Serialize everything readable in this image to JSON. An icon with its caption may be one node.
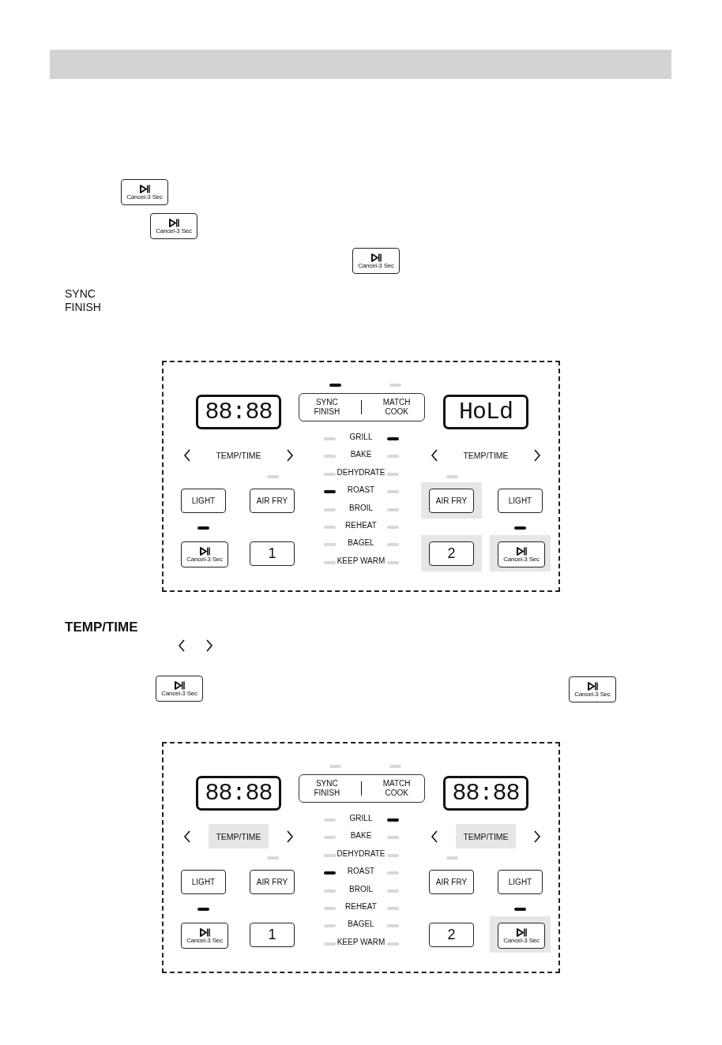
{
  "diagram": {
    "nodes": [
      {
        "text": [
          "Cancel-3 Sec"
        ]
      },
      {
        "text": [
          "Cancel-3 Sec"
        ]
      },
      {
        "text": [
          "Cancel-3 Sec"
        ]
      },
      {
        "text": [
          "Cancel-3 Sec"
        ]
      },
      {
        "text": [
          "Cancel-3 Sec"
        ]
      },
      {
        "text": [],
        "shape": "box"
      },
      {
        "text": [
          "88:88"
        ],
        "in": 5
      },
      {
        "text": [
          "SYNC FINISH",
          "MATCH COOK"
        ],
        "in": 5
      },
      {
        "text": [
          "HoLd"
        ],
        "in": 5
      },
      {
        "text": [
          "TEMP/TIME"
        ],
        "in": 5
      },
      {
        "text": [
          "TEMP/TIME"
        ],
        "in": 5
      },
      {
        "text": [
          "LIGHT"
        ],
        "in": 5
      },
      {
        "text": [
          "AIR FRY"
        ],
        "in": 5
      },
      {
        "text": [
          "AIR FRY"
        ],
        "in": 5
      },
      {
        "text": [
          "LIGHT"
        ],
        "in": 5
      },
      {
        "text": [
          "Cancel-3 Sec"
        ],
        "in": 5
      },
      {
        "text": [
          "1"
        ],
        "in": 5
      },
      {
        "text": [
          "2"
        ],
        "in": 5
      },
      {
        "text": [
          "Cancel-3 Sec"
        ],
        "in": 5
      },
      {
        "text": [],
        "shape": "box"
      },
      {
        "text": [
          "88:88"
        ],
        "in": 19
      },
      {
        "text": [
          "SYNC FINISH",
          "MATCH COOK"
        ],
        "in": 19
      },
      {
        "text": [
          "88:88"
        ],
        "in": 19
      },
      {
        "text": [
          "TEMP/TIME"
        ],
        "in": 19
      },
      {
        "text": [
          "TEMP/TIME"
        ],
        "in": 19
      },
      {
        "text": [
          "LIGHT"
        ],
        "in": 19
      },
      {
        "text": [
          "AIR FRY"
        ],
        "in": 19
      },
      {
        "text": [
          "AIR FRY"
        ],
        "in": 19
      },
      {
        "text": [
          "LIGHT"
        ],
        "in": 19
      },
      {
        "text": [
          "Cancel-3 Sec"
        ],
        "in": 19
      },
      {
        "text": [
          "1"
        ],
        "in": 19
      },
      {
        "text": [
          "2"
        ],
        "in": 19
      },
      {
        "text": [
          "Cancel-3 Sec"
        ],
        "in": 19
      }
    ],
    "labels": [
      "SYNC FINISH",
      "TEMP/TIME",
      "GRILL",
      "BAKE",
      "DEHYDRATE",
      "ROAST",
      "BROIL",
      "REHEAT",
      "BAGEL",
      "KEEP WARM",
      "GRILL",
      "BAKE",
      "DEHYDRATE",
      "ROAST",
      "BROIL",
      "REHEAT",
      "BAGEL",
      "KEEP WARM"
    ]
  }
}
